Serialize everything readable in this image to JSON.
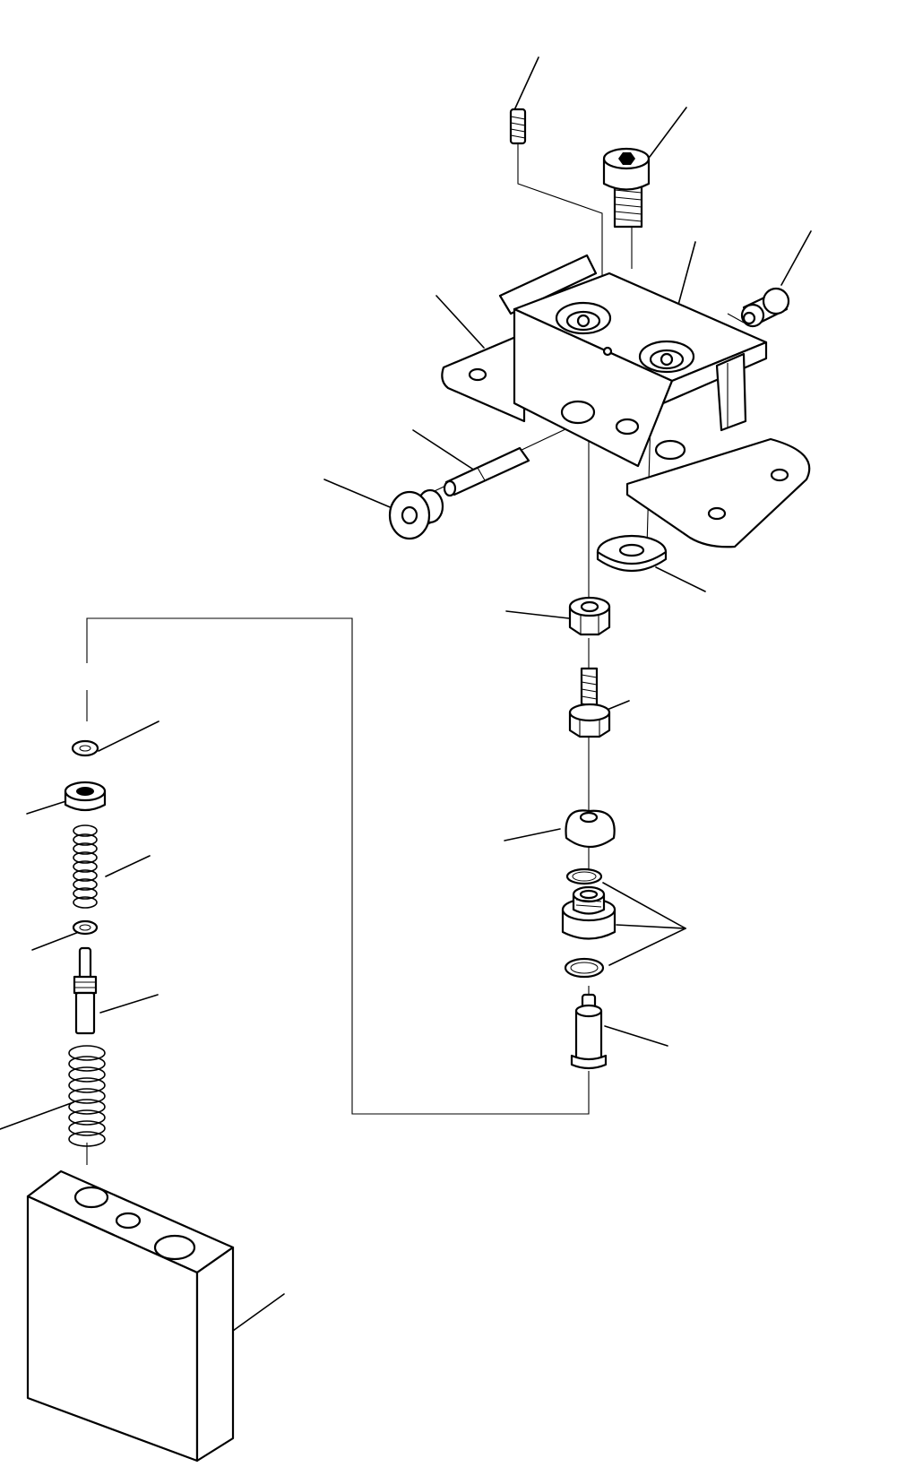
{
  "figure": {
    "kind": "exploded parts diagram",
    "callout_labels": [],
    "colors": {
      "line": "#000000",
      "background": "#ffffff"
    },
    "parts": [
      "set-screw",
      "cap-screw",
      "mounting-bracket",
      "cap-nut",
      "pin",
      "knob",
      "washer",
      "hex-nut",
      "adjusting-bolt",
      "boot",
      "o-ring-set",
      "plug",
      "retaining-ring",
      "spring-seat",
      "inner-spring",
      "collar",
      "plunger",
      "outer-spring",
      "valve-body"
    ]
  }
}
